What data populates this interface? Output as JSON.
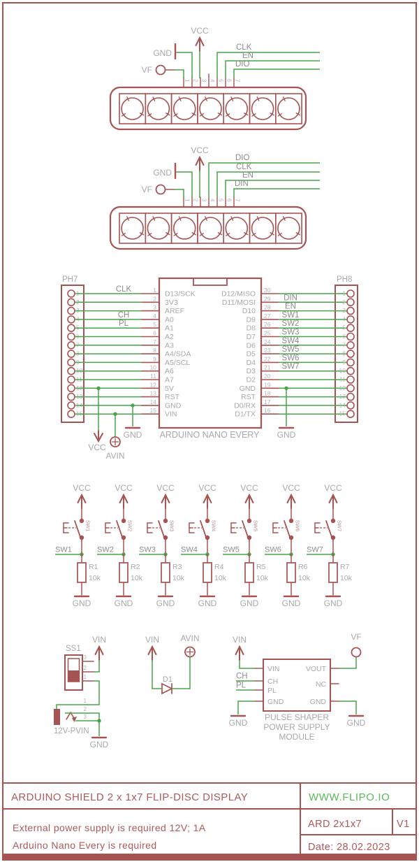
{
  "colors": {
    "symbol": "#a65353",
    "wire": "#4aa34a",
    "label": "#a9a9a9",
    "net": "#8c8c8c",
    "pin_number": "#b3b3b3",
    "title_red": "#ad5a5a",
    "link_green": "#58ba58",
    "switch_name": "#b59191"
  },
  "displays": [
    {
      "vcc": "VCC",
      "gnd": "GND",
      "vf": "VF",
      "pin_numbers": [
        "1",
        "2",
        "3",
        "4",
        "5",
        "6",
        "7"
      ],
      "signals": [
        {
          "label": "CLK",
          "pin": 5
        },
        {
          "label": "EN",
          "pin": 6
        },
        {
          "label": "DIO",
          "pin": 7
        }
      ]
    },
    {
      "vcc": "VCC",
      "gnd": "GND",
      "vf": "VF",
      "pin_numbers": [
        "1",
        "2",
        "3",
        "4",
        "5",
        "6",
        "7"
      ],
      "signals": [
        {
          "label": "DIO",
          "pin": 4
        },
        {
          "label": "CLK",
          "pin": 5
        },
        {
          "label": "EN",
          "pin": 6
        },
        {
          "label": "DIN",
          "pin": 7
        }
      ]
    }
  ],
  "arduino": {
    "title": "ARDUINO NANO EVERY",
    "left_connector": "PH7",
    "right_connector": "PH8",
    "left_pins": [
      {
        "num": "1",
        "name": "D13/SCK",
        "net": "CLK"
      },
      {
        "num": "2",
        "name": "3V3",
        "net": ""
      },
      {
        "num": "3",
        "name": "AREF",
        "net": ""
      },
      {
        "num": "4",
        "name": "A0",
        "net": "CH"
      },
      {
        "num": "5",
        "name": "A1",
        "net": "PL"
      },
      {
        "num": "6",
        "name": "A2",
        "net": ""
      },
      {
        "num": "7",
        "name": "A3",
        "net": ""
      },
      {
        "num": "8",
        "name": "A4/SDA",
        "net": ""
      },
      {
        "num": "9",
        "name": "A5/SCL",
        "net": ""
      },
      {
        "num": "10",
        "name": "A6",
        "net": ""
      },
      {
        "num": "11",
        "name": "A7",
        "net": ""
      },
      {
        "num": "12",
        "name": "5V",
        "net": ""
      },
      {
        "num": "13",
        "name": "RST",
        "net": ""
      },
      {
        "num": "14",
        "name": "GND",
        "net": ""
      },
      {
        "num": "15",
        "name": "VIN",
        "net": ""
      }
    ],
    "right_pins": [
      {
        "num": "30",
        "conn": "1",
        "name": "D12/MISO",
        "net": ""
      },
      {
        "num": "29",
        "conn": "2",
        "name": "D11/MOSI",
        "net": "DIN"
      },
      {
        "num": "28",
        "conn": "3",
        "name": "D10",
        "net": "EN"
      },
      {
        "num": "27",
        "conn": "4",
        "name": "D9",
        "net": "SW1"
      },
      {
        "num": "26",
        "conn": "5",
        "name": "D8",
        "net": "SW2"
      },
      {
        "num": "25",
        "conn": "6",
        "name": "D7",
        "net": "SW3"
      },
      {
        "num": "24",
        "conn": "7",
        "name": "D6",
        "net": "SW4"
      },
      {
        "num": "23",
        "conn": "8",
        "name": "D5",
        "net": "SW5"
      },
      {
        "num": "22",
        "conn": "9",
        "name": "D4",
        "net": "SW6"
      },
      {
        "num": "21",
        "conn": "10",
        "name": "D3",
        "net": "SW7"
      },
      {
        "num": "20",
        "conn": "11",
        "name": "D2",
        "net": ""
      },
      {
        "num": "19",
        "conn": "12",
        "name": "GND",
        "net": ""
      },
      {
        "num": "18",
        "conn": "13",
        "name": "RST",
        "net": ""
      },
      {
        "num": "17",
        "conn": "14",
        "name": "D0/RX",
        "net": ""
      },
      {
        "num": "16",
        "conn": "15",
        "name": "D1/TX",
        "net": ""
      }
    ],
    "power": {
      "vcc": "VCC",
      "avin": "AVIN",
      "gnd_left": "GND",
      "gnd_right": "GND"
    }
  },
  "switch_bank": {
    "vcc": "VCC",
    "gnd": "GND",
    "switches": [
      {
        "sw": "SW1",
        "res": "R1",
        "val": "10k"
      },
      {
        "sw": "SW2",
        "res": "R2",
        "val": "10k"
      },
      {
        "sw": "SW3",
        "res": "R3",
        "val": "10k"
      },
      {
        "sw": "SW4",
        "res": "R4",
        "val": "10k"
      },
      {
        "sw": "SW5",
        "res": "R5",
        "val": "10k"
      },
      {
        "sw": "SW6",
        "res": "R6",
        "val": "10k"
      },
      {
        "sw": "SW7",
        "res": "R7",
        "val": "10k"
      }
    ]
  },
  "power_section": {
    "vin_left": "VIN",
    "ss1": "SS1",
    "ss1_pins": [
      "3",
      "2",
      "1"
    ],
    "jack_label": "12V-PVIN",
    "jack_pins": [
      "1",
      "2",
      "3"
    ],
    "gnd_jack": "GND",
    "vin_mid": "VIN",
    "avin": "AVIN",
    "d1": "D1",
    "vin_right": "VIN",
    "vf": "VF",
    "module": {
      "left_pins": [
        "VIN",
        "CH",
        "PL",
        "GND"
      ],
      "right_pins": [
        "VOUT",
        "NC",
        "GND"
      ],
      "net_ch": "CH",
      "net_pl": "PL",
      "gnd_left": "GND",
      "gnd_right": "GND",
      "caption": [
        "PULSE SHAPER",
        "POWER SUPPLY",
        "MODULE"
      ]
    }
  },
  "title_block": {
    "title": "ARDUINO SHIELD 2 x 1x7 FLIP-DISC DISPLAY",
    "website": "WWW.FLIPO.IO",
    "note1": "External power supply is required 12V; 1A",
    "note2": "Arduino Nano Every is required",
    "part": "ARD 2x1x7",
    "version": "V1",
    "date": "Date: 28.02.2023"
  }
}
